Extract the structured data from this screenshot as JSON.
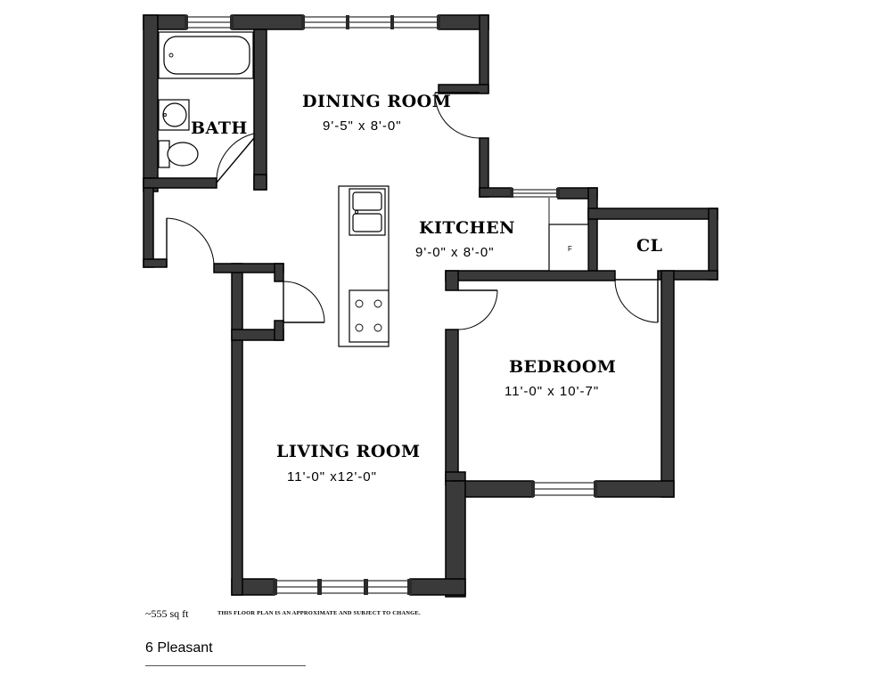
{
  "rooms": {
    "dining": {
      "name": "DINING ROOM",
      "dims": "9'-5\" x 8'-0\""
    },
    "bath": {
      "name": "BATH"
    },
    "kitchen": {
      "name": "KITCHEN",
      "dims": "9'-0\" x 8'-0\""
    },
    "closet": {
      "name": "CL"
    },
    "bedroom": {
      "name": "BEDROOM",
      "dims": "11'-0\" x 10'-7\""
    },
    "living": {
      "name": "LIVING ROOM",
      "dims": "11'-0\" x12'-0\""
    }
  },
  "fridge_label": "F",
  "footer": {
    "sqft": "~555 sq ft",
    "disclaimer": "This floor plan is an approximate and subject to change.",
    "address": "6 Pleasant"
  },
  "colors": {
    "wall": "#3a3a3a",
    "background": "#ffffff"
  }
}
